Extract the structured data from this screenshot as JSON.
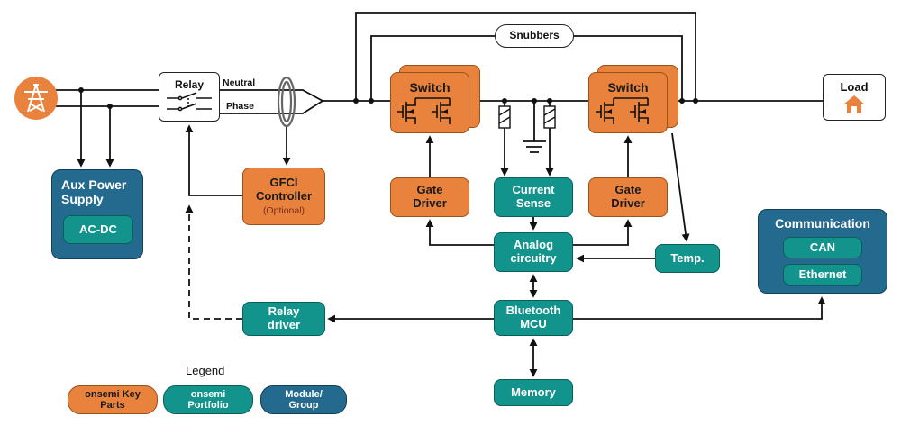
{
  "palette": {
    "onsemi_key_parts_orange": "#E8823D",
    "onsemi_portfolio_teal": "#12948C",
    "module_group_blue": "#24698E",
    "wire_black": "#111111"
  },
  "icons": {
    "grid": "transmission-tower-icon",
    "load": "house-icon",
    "relay_contacts": "relay-contacts-icon",
    "mosfet_pair": "mosfet-pair-icon",
    "current_transformer": "current-transformer-icon",
    "ground": "ground-icon"
  },
  "labels": {
    "relay": "Relay",
    "neutral": "Neutral",
    "phase": "Phase",
    "snubbers": "Snubbers",
    "switch_a": "Switch",
    "switch_b": "Switch",
    "load": "Load",
    "aux_title": "Aux Power Supply",
    "acdc": "AC-DC",
    "gfci_title": "GFCI Controller",
    "gfci_optional": "(Optional)",
    "gate_driver_a": "Gate Driver",
    "gate_driver_b": "Gate Driver",
    "current_sense": "Current Sense",
    "analog": "Analog circuitry",
    "temp": "Temp.",
    "comm_title": "Communication",
    "can": "CAN",
    "ethernet": "Ethernet",
    "relay_driver": "Relay driver",
    "bt_mcu": "Bluetooth MCU",
    "memory": "Memory"
  },
  "legend": {
    "title": "Legend",
    "items": [
      {
        "label": "onsemi Key Parts",
        "type": "orange"
      },
      {
        "label": "onsemi Portfolio",
        "type": "teal"
      },
      {
        "label": "Module/ Group",
        "type": "blue"
      }
    ]
  }
}
